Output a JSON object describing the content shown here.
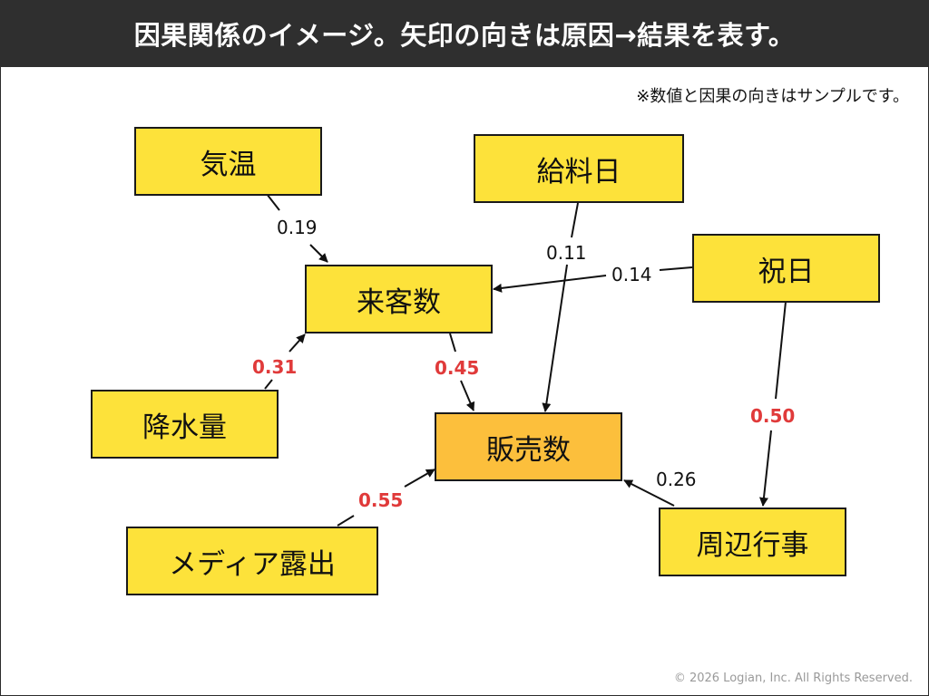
{
  "title": "因果関係のイメージ。矢印の向きは原因→結果を表す。",
  "note": "※数値と因果の向きはサンプルです。",
  "copyright": "© 2026 Logian, Inc.  All Rights Reserved.",
  "colors": {
    "node_fill": "#fde23a",
    "target_fill": "#fcbf3c",
    "strong_label": "#e03a3a",
    "header_bg": "#2f2f2f"
  },
  "nodes": {
    "kion": "気温",
    "kyuryobi": "給料日",
    "shukujitsu": "祝日",
    "raikyakusu": "来客数",
    "kousuiryo": "降水量",
    "hanbaisu": "販売数",
    "media": "メディア露出",
    "shuhen": "周辺行事"
  },
  "edges": [
    {
      "from": "気温",
      "to": "来客数",
      "label": "0.19",
      "strong": false
    },
    {
      "from": "給料日",
      "to": "販売数",
      "label": "0.11",
      "strong": false
    },
    {
      "from": "祝日",
      "to": "来客数",
      "label": "0.14",
      "strong": false
    },
    {
      "from": "降水量",
      "to": "来客数",
      "label": "0.31",
      "strong": true
    },
    {
      "from": "来客数",
      "to": "販売数",
      "label": "0.45",
      "strong": true
    },
    {
      "from": "祝日",
      "to": "周辺行事",
      "label": "0.50",
      "strong": true
    },
    {
      "from": "メディア露出",
      "to": "販売数",
      "label": "0.55",
      "strong": true
    },
    {
      "from": "周辺行事",
      "to": "販売数",
      "label": "0.26",
      "strong": false
    }
  ]
}
